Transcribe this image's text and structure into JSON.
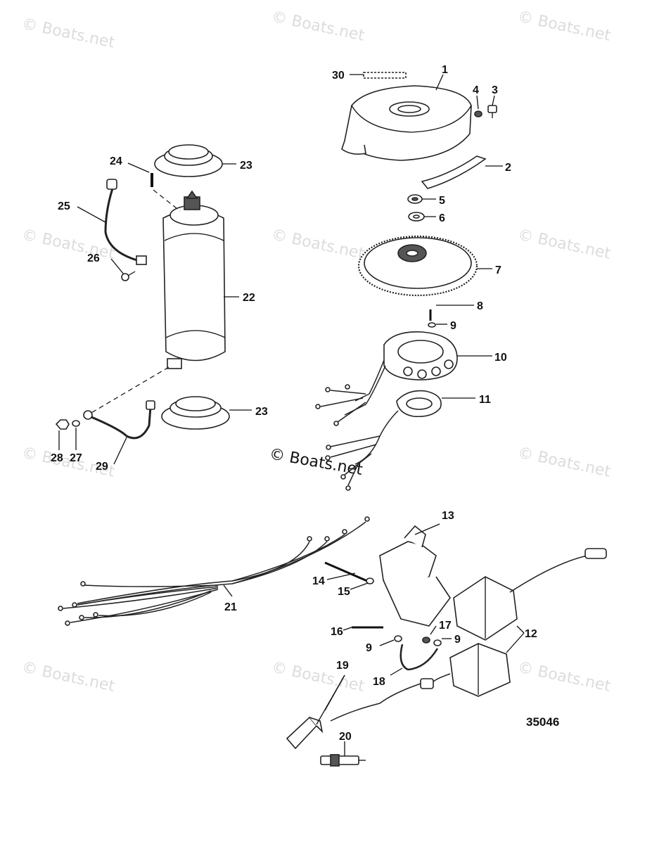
{
  "watermark": "© Boats.net",
  "center_watermark": "© Boats.net",
  "figure_number": "35046",
  "callouts": [
    "1",
    "2",
    "3",
    "4",
    "5",
    "6",
    "7",
    "8",
    "9",
    "9",
    "9",
    "10",
    "11",
    "12",
    "13",
    "14",
    "15",
    "16",
    "17",
    "18",
    "19",
    "20",
    "21",
    "22",
    "23",
    "23",
    "24",
    "25",
    "26",
    "27",
    "28",
    "29",
    "30"
  ]
}
